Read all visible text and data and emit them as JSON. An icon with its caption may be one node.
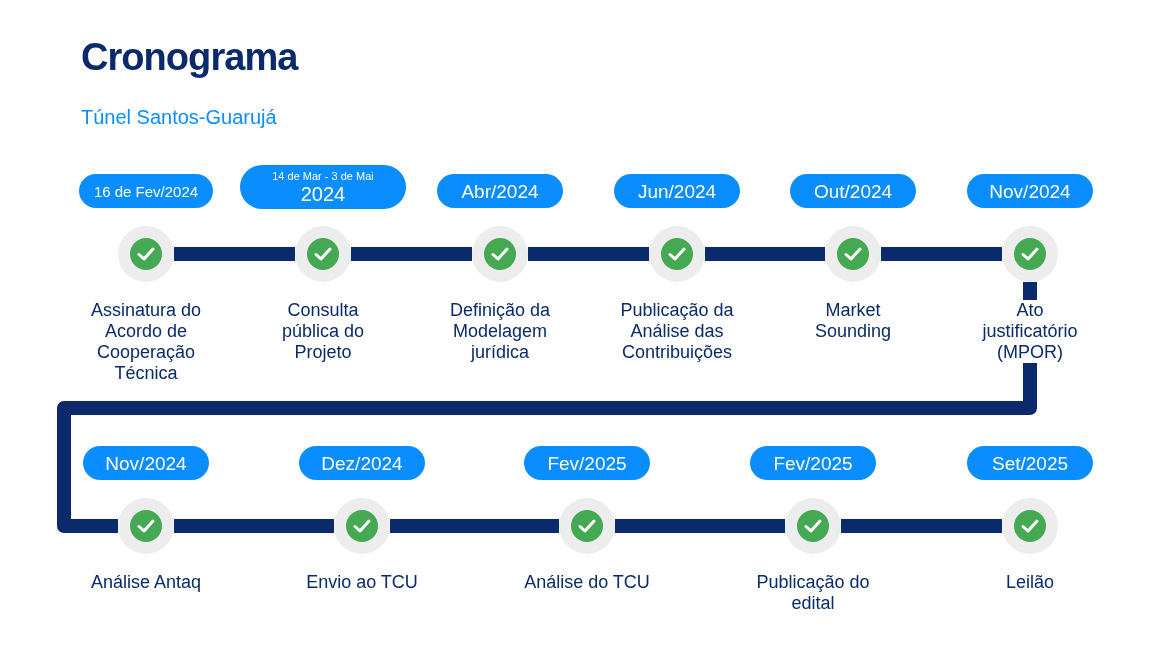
{
  "diagram": {
    "title": "Cronograma",
    "caption": "Túnel Santos-Guarujá",
    "nodes": [
      {
        "text": [
          "16 de Fev/2024"
        ]
      },
      {
        "text": [],
        "shape": "circle",
        "beside": [
          "Assinatura do Acordo de Cooperação Técnica"
        ]
      },
      {
        "text": [
          "14 de Mar - 3 de Mai",
          "2024"
        ]
      },
      {
        "text": [],
        "shape": "circle",
        "beside": [
          "Consulta pública do Projeto"
        ]
      },
      {
        "text": [
          "Abr/2024"
        ]
      },
      {
        "text": [],
        "shape": "circle",
        "beside": [
          "Definição da Modelagem jurídica"
        ]
      },
      {
        "text": [
          "Jun/2024"
        ]
      },
      {
        "text": [],
        "shape": "circle",
        "beside": [
          "Publicação da Análise das Contribuições"
        ]
      },
      {
        "text": [
          "Out/2024"
        ]
      },
      {
        "text": [],
        "shape": "circle",
        "beside": [
          "Market Sounding"
        ]
      },
      {
        "text": [
          "Nov/2024"
        ]
      },
      {
        "text": [],
        "shape": "circle",
        "beside": [
          "Ato justificatório (MPOR)"
        ]
      },
      {
        "text": [
          "Nov/2024"
        ]
      },
      {
        "text": [],
        "shape": "circle",
        "beside": [
          "Análise Antaq"
        ]
      },
      {
        "text": [
          "Dez/2024"
        ]
      },
      {
        "text": [],
        "shape": "circle",
        "beside": [
          "Envio ao TCU"
        ]
      },
      {
        "text": [
          "Fev/2025"
        ]
      },
      {
        "text": [],
        "shape": "circle",
        "beside": [
          "Análise do TCU"
        ]
      },
      {
        "text": [
          "Fev/2025"
        ]
      },
      {
        "text": [],
        "shape": "circle",
        "beside": [
          "Publicação do edital"
        ]
      },
      {
        "text": [
          "Set/2025"
        ]
      },
      {
        "text": [],
        "shape": "circle",
        "beside": [
          "Leilão"
        ]
      }
    ],
    "edges": [
      {
        "from": 1,
        "to": 3,
        "arrow": "none"
      },
      {
        "from": 3,
        "to": 5,
        "arrow": "none"
      },
      {
        "from": 5,
        "to": 7,
        "arrow": "none"
      },
      {
        "from": 7,
        "to": 9,
        "arrow": "none"
      },
      {
        "from": 9,
        "to": 11,
        "arrow": "none"
      },
      {
        "from": 11,
        "to": 13,
        "arrow": "none"
      },
      {
        "from": 13,
        "to": 15,
        "arrow": "none"
      },
      {
        "from": 15,
        "to": 17,
        "arrow": "none"
      },
      {
        "from": 17,
        "to": 19,
        "arrow": "none"
      },
      {
        "from": 19,
        "to": 21,
        "arrow": "none"
      }
    ]
  }
}
